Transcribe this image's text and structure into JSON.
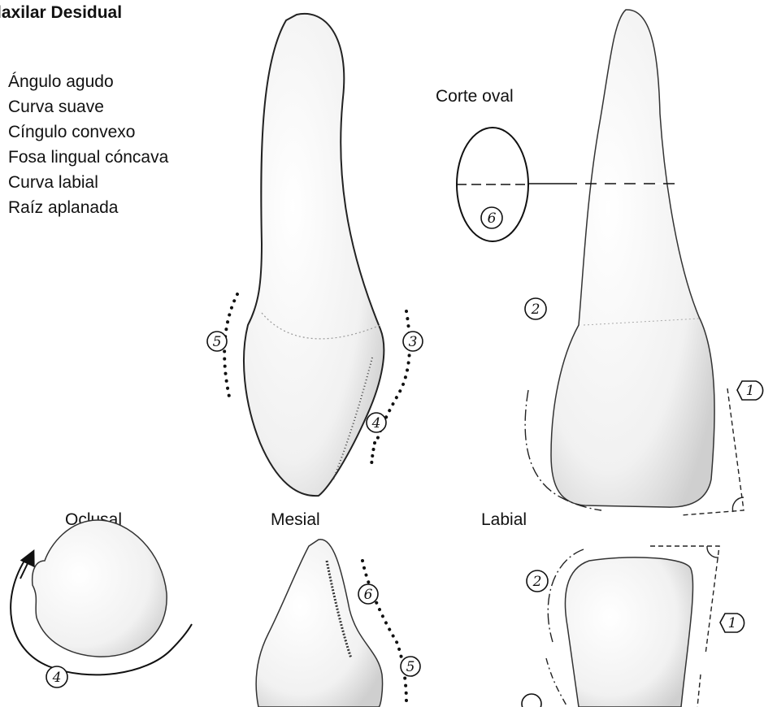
{
  "title": "laxilar Desidual",
  "features": [
    "Ángulo agudo",
    "Curva suave",
    "Cíngulo convexo",
    "Fosa lingual cóncava",
    "Curva labial",
    "Raíz aplanada"
  ],
  "views": {
    "corte_oval": "Corte oval",
    "oclusal": "Oclusal",
    "mesial": "Mesial",
    "labial": "Labial"
  },
  "markers": {
    "m1": "1",
    "m2": "2",
    "m3": "3",
    "m4": "4",
    "m5": "5",
    "m6": "6"
  }
}
